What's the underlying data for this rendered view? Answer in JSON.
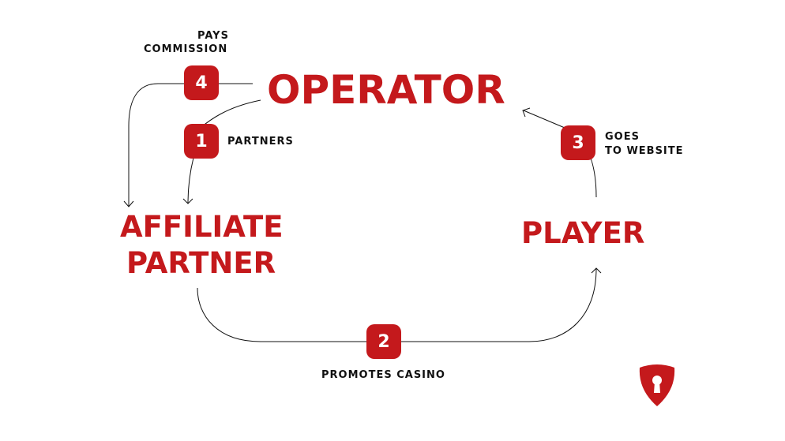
{
  "nodes": {
    "operator": "OPERATOR",
    "affiliate_line1": "AFFILIATE",
    "affiliate_line2": "PARTNER",
    "player": "PLAYER"
  },
  "steps": [
    {
      "number": "1",
      "label": "PARTNERS"
    },
    {
      "number": "2",
      "label": "PROMOTES CASINO"
    },
    {
      "number": "3",
      "label_line1": "GOES",
      "label_line2": "TO WEBSITE"
    },
    {
      "number": "4",
      "label_line1": "PAYS",
      "label_line2": "COMMISSION"
    }
  ],
  "colors": {
    "accent": "#c4191c"
  },
  "logo": {
    "icon": "shield-keyhole-icon"
  }
}
